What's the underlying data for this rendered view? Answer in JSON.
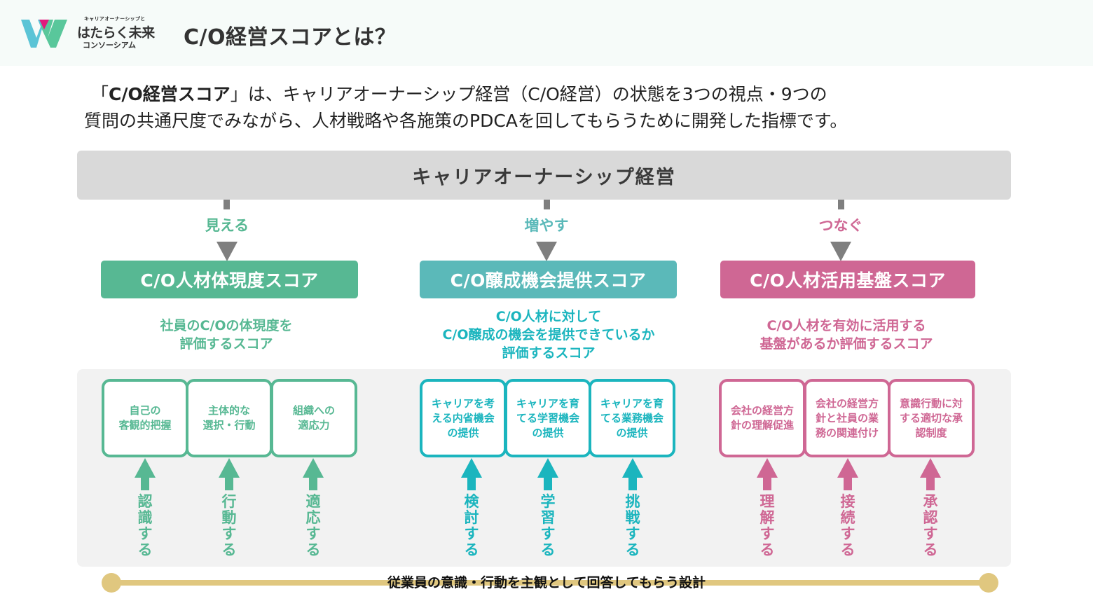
{
  "header": {
    "logo": {
      "tagline": "キャリアオーナーシップと",
      "name": "はたらく未来",
      "sub": "コンソーシアム",
      "colors": {
        "left": "#5bc4d6",
        "right": "#59c79b",
        "accent": "#e0197d"
      }
    },
    "title": "C/O経営スコアとは？"
  },
  "intro": {
    "line1_open": "「",
    "line1_bold": "C/O経営スコア",
    "line1_rest": "」は、キャリアオーナーシップ経営（C/O経営）の状態を3つの視点・9つの",
    "line2": "質問の共通尺度でみながら、人材戦略や各施策のPDCAを回してもらうために開発した指標です。"
  },
  "banner": {
    "label": "キャリアオーナーシップ経営"
  },
  "colors": {
    "green": "#57b893",
    "teal": "#5bb9b9",
    "teal_text": "#1bb5be",
    "pink": "#cf6794",
    "arrow_gray": "#7f7f7f",
    "gold": "#e0c77f"
  },
  "perspectives": [
    {
      "verb": "見える",
      "score": "C/O人材体現度スコア",
      "desc": [
        "社員のC/Oの体現度を",
        "評価するスコア"
      ],
      "questions": [
        {
          "lines": [
            "自己の",
            "客観的把握"
          ],
          "action": [
            "認",
            "識",
            "す",
            "る"
          ]
        },
        {
          "lines": [
            "主体的な",
            "選択・行動"
          ],
          "action": [
            "行",
            "動",
            "す",
            "る"
          ]
        },
        {
          "lines": [
            "組織への",
            "適応力"
          ],
          "action": [
            "適",
            "応",
            "す",
            "る"
          ]
        }
      ]
    },
    {
      "verb": "増やす",
      "score": "C/O醸成機会提供スコア",
      "desc": [
        "C/O人材に対して",
        "C/O醸成の機会を提供できているか",
        "評価するスコア"
      ],
      "questions": [
        {
          "lines": [
            "キャリアを考",
            "える内省機会",
            "の提供"
          ],
          "action": [
            "検",
            "討",
            "す",
            "る"
          ]
        },
        {
          "lines": [
            "キャリアを育",
            "てる学習機会",
            "の提供"
          ],
          "action": [
            "学",
            "習",
            "す",
            "る"
          ]
        },
        {
          "lines": [
            "キャリアを育",
            "てる業務機会",
            "の提供"
          ],
          "action": [
            "挑",
            "戦",
            "す",
            "る"
          ]
        }
      ]
    },
    {
      "verb": "つなぐ",
      "score": "C/O人材活用基盤スコア",
      "desc": [
        "C/O人材を有効に活用する",
        "基盤があるか評価するスコア"
      ],
      "questions": [
        {
          "lines": [
            "会社の経営方",
            "針の理解促進"
          ],
          "action": [
            "理",
            "解",
            "す",
            "る"
          ]
        },
        {
          "lines": [
            "会社の経営方",
            "針と社員の業",
            "務の関連付け"
          ],
          "action": [
            "接",
            "続",
            "す",
            "る"
          ]
        },
        {
          "lines": [
            "意識行動に対",
            "する適切な承",
            "認制度"
          ],
          "action": [
            "承",
            "認",
            "す",
            "る"
          ]
        }
      ]
    }
  ],
  "footer": {
    "design_note": "従業員の意識・行動を主観として回答してもらう設計"
  }
}
